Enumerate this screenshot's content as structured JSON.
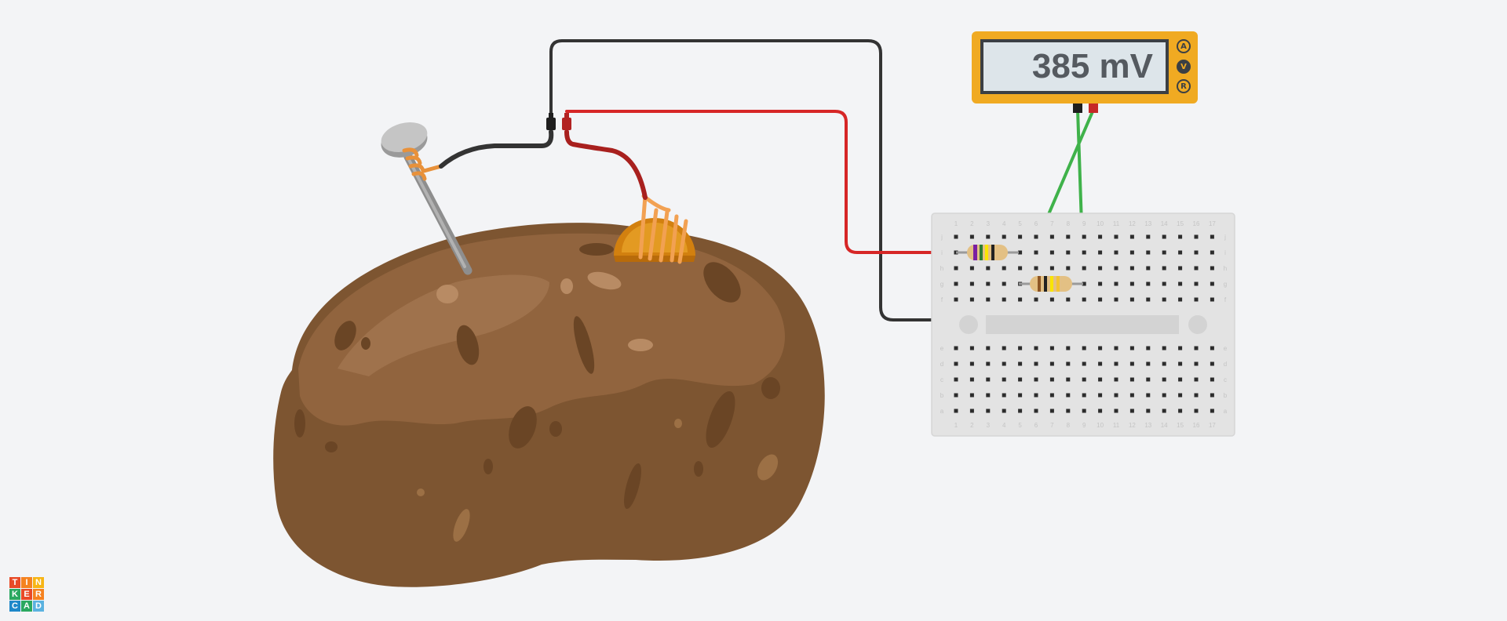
{
  "multimeter": {
    "reading": "385 mV",
    "modes": [
      {
        "label": "A",
        "active": false
      },
      {
        "label": "V",
        "active": true
      },
      {
        "label": "R",
        "active": false
      }
    ]
  },
  "breadboard": {
    "column_labels": [
      "1",
      "2",
      "3",
      "4",
      "5",
      "6",
      "7",
      "8",
      "9",
      "10",
      "11",
      "12",
      "13",
      "14",
      "15",
      "16",
      "17"
    ],
    "row_labels_top": [
      "j",
      "i",
      "h",
      "g",
      "f"
    ],
    "row_labels_bottom": [
      "e",
      "d",
      "c",
      "b",
      "a"
    ]
  },
  "logo": {
    "letters": [
      "T",
      "I",
      "N",
      "K",
      "E",
      "R",
      "C",
      "A",
      "D"
    ],
    "colors": [
      "#e84a27",
      "#f58220",
      "#f7b515",
      "#2aa860",
      "#e84a27",
      "#f58220",
      "#1e88c9",
      "#2aa860",
      "#5ab2e0"
    ]
  },
  "colors": {
    "background": "#f3f4f6",
    "multimeter_body": "#f0aa22",
    "wire_black": "#333333",
    "wire_red": "#d62626",
    "wire_green": "#3fb24a",
    "potato": "#8a5e38",
    "breadboard": "#e3e3e3"
  }
}
